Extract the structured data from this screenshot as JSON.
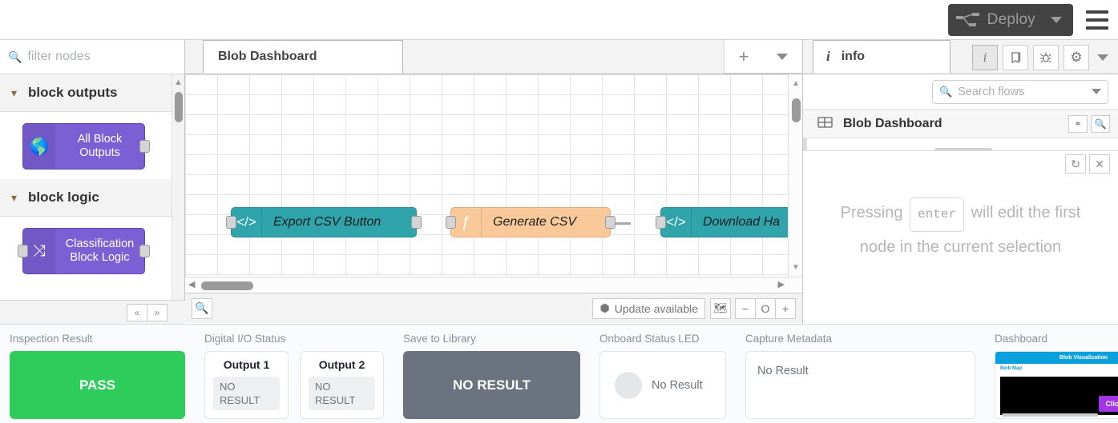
{
  "header": {
    "deploy_label": "Deploy",
    "deploy_icon": "node-link-icon",
    "menu_icon": "hamburger-menu-icon"
  },
  "palette": {
    "search_placeholder": "filter nodes",
    "search_icon": "search-icon",
    "categories": [
      {
        "name": "block outputs",
        "nodes": [
          {
            "label": "All Block Outputs",
            "icon": "globe-icon",
            "color": "#7b5fd4"
          }
        ]
      },
      {
        "name": "block logic",
        "nodes": [
          {
            "label": "Classification Block Logic",
            "icon": "shuffle-icon",
            "color": "#7b5fd4"
          }
        ]
      }
    ],
    "collapse_all_label": "«",
    "expand_all_label": "»"
  },
  "editor": {
    "tab_label": "Blob Dashboard",
    "add_tab_label": "+",
    "tab_menu_icon": "chevron-down-icon",
    "nodes": [
      {
        "label": "Export CSV Button",
        "icon": "</>",
        "color": "teal"
      },
      {
        "label": "Generate CSV",
        "icon": "ƒ",
        "color": "orange"
      },
      {
        "label": "Download Ha",
        "icon": "</>",
        "color": "teal"
      }
    ],
    "footer": {
      "search_icon": "search-icon",
      "update_label": "Update available",
      "update_icon": "cube-icon",
      "navigator_icon": "map-icon",
      "zoom_out_label": "−",
      "zoom_reset_label": "O",
      "zoom_in_label": "+"
    }
  },
  "sidebar": {
    "tab_label": "info",
    "tab_icon": "info-icon",
    "icons": [
      {
        "name": "info-icon",
        "glyph": "i",
        "active": true
      },
      {
        "name": "book-help-icon",
        "glyph": "◧",
        "active": false
      },
      {
        "name": "bug-debug-icon",
        "glyph": "☣",
        "active": false
      },
      {
        "name": "gear-config-icon",
        "glyph": "⚙",
        "active": false
      }
    ],
    "search_placeholder": "Search flows",
    "search_icon": "search-icon",
    "flow_row": {
      "name": "Blob Dashboard",
      "icon": "flow-icon",
      "actions": [
        {
          "name": "link-icon",
          "glyph": "⚭"
        },
        {
          "name": "search-icon",
          "glyph": "⚲"
        }
      ]
    },
    "overlay_actions": [
      {
        "name": "refresh-icon",
        "glyph": "↻"
      },
      {
        "name": "close-icon",
        "glyph": "✕"
      }
    ],
    "hint": {
      "before": "Pressing",
      "key": "enter",
      "after": "will edit the first",
      "line2": "node in the current selection"
    }
  },
  "dashboard": {
    "panels": [
      {
        "caption": "Inspection Result",
        "type": "status-button",
        "value": "PASS",
        "color": "#2ecc5a"
      },
      {
        "caption": "Digital I/O Status",
        "type": "io-cards",
        "cards": [
          {
            "title": "Output 1",
            "value": "NO RESULT"
          },
          {
            "title": "Output 2",
            "value": "NO RESULT"
          }
        ]
      },
      {
        "caption": "Save to Library",
        "type": "status-button",
        "value": "NO RESULT",
        "color": "#6b7280"
      },
      {
        "caption": "Onboard Status LED",
        "type": "led",
        "value": "No Result",
        "color": "#e4e7ea"
      },
      {
        "caption": "Capture Metadata",
        "type": "text",
        "value": "No Result"
      },
      {
        "caption": "Dashboard",
        "type": "embedded-dashboard",
        "embedded": {
          "title": "Blob Visualization",
          "subtitle": "Blob Map",
          "expand_label": "Click to expand",
          "header_color": "#0aa0dd",
          "expand_color": "#a335e8"
        }
      }
    ]
  }
}
